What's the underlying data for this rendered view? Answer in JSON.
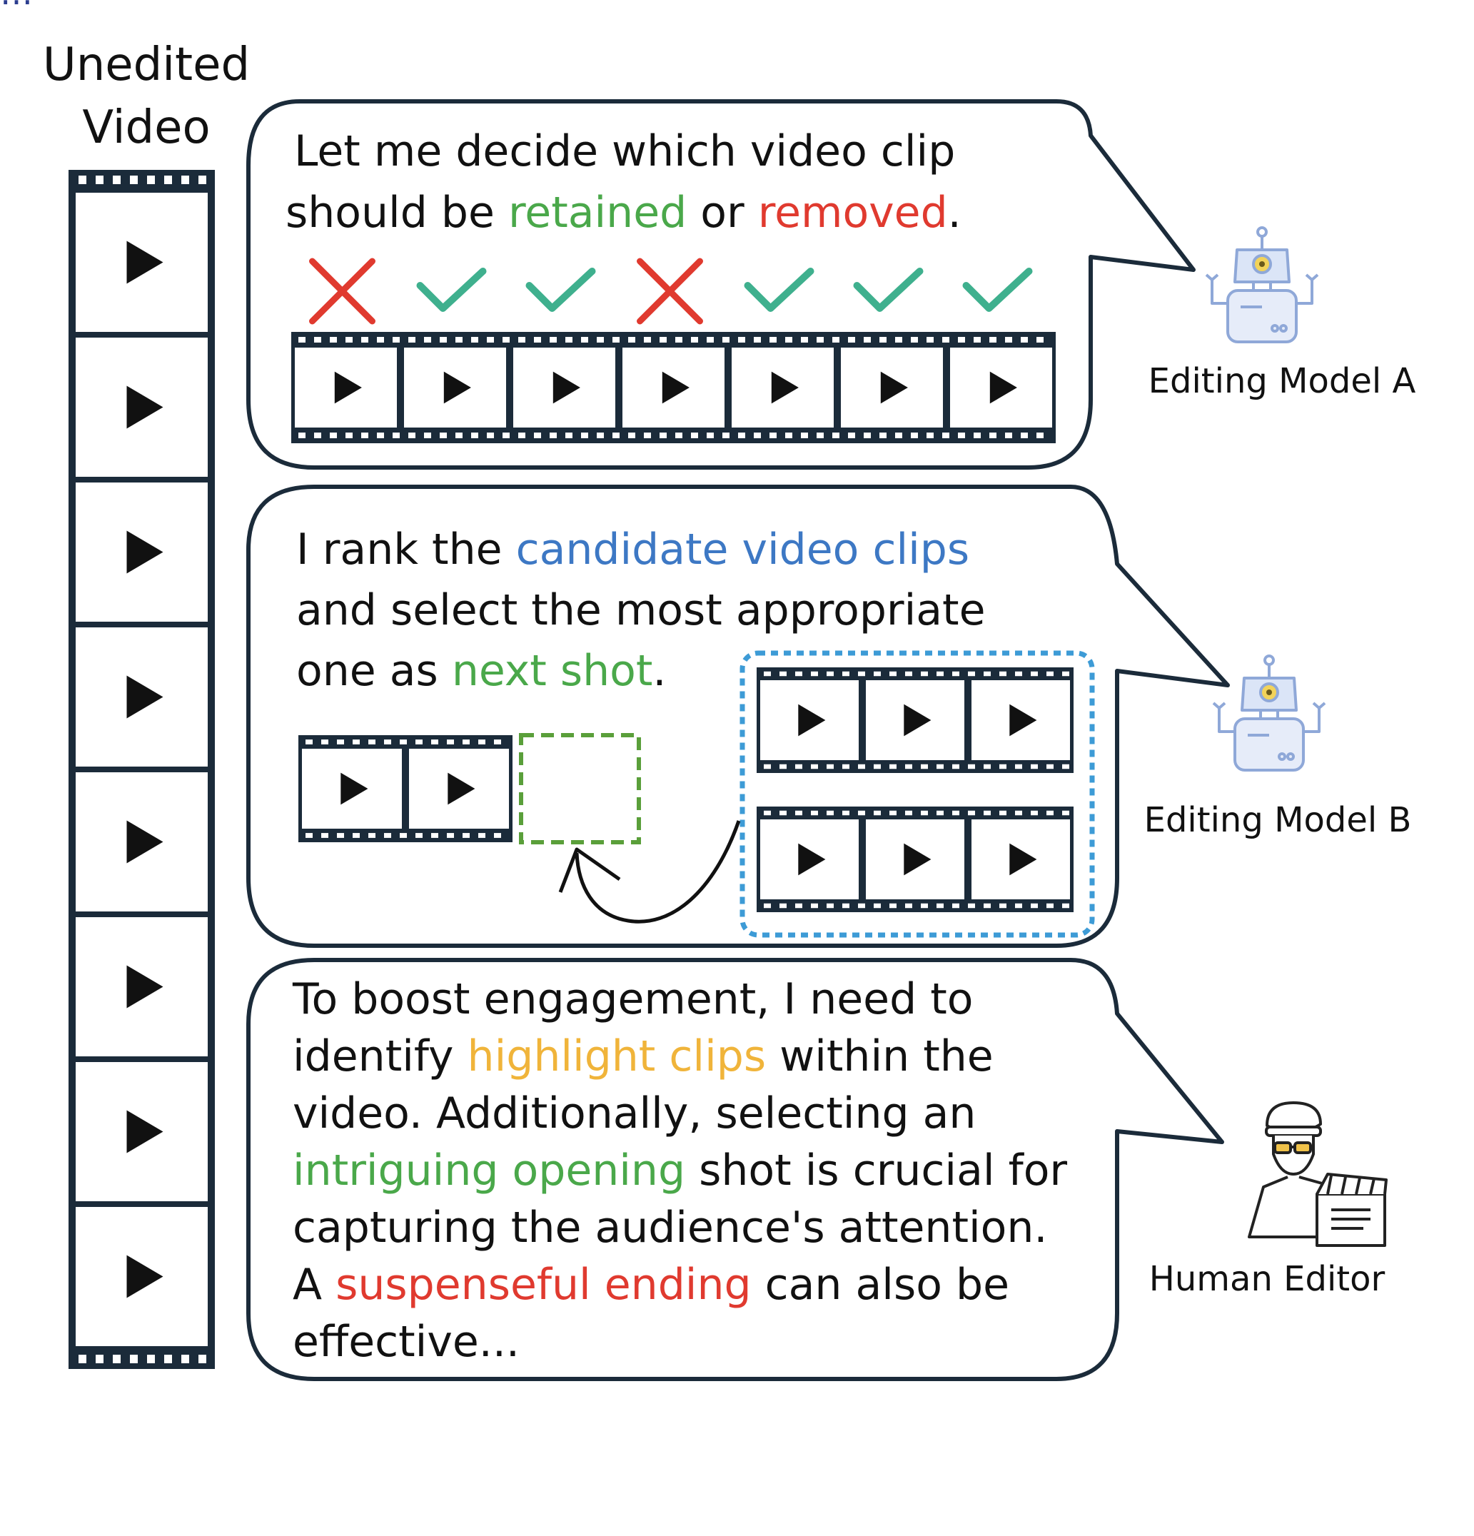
{
  "top_strip": "…",
  "header": {
    "line1": "Unedited",
    "line2": "Video"
  },
  "colors": {
    "green": "#4aa84a",
    "red": "#e03a2f",
    "blue": "#3d78c4",
    "yellow": "#f0b43a",
    "teal_check": "#3fb08e",
    "dashed_blue": "#3d9bd6",
    "dashed_green": "#5a9f3a",
    "ink": "#1b2b3a",
    "robot": "#8fa8d8"
  },
  "bubble_a": {
    "line1": "Let me decide which video clip",
    "line2_pre": "should be ",
    "retained": "retained",
    "or": " or ",
    "removed": "removed",
    "period": ".",
    "marks": [
      "cross",
      "check",
      "check",
      "cross",
      "check",
      "check",
      "check"
    ]
  },
  "bubble_b": {
    "line1_pre": "I rank the ",
    "candidate": "candidate video clips",
    "line2": "and select the most appropriate",
    "line3_pre": "one as ",
    "next_shot": "next shot",
    "period": "."
  },
  "bubble_c": {
    "line1": "To boost engagement, I need to",
    "line2_pre": "identify ",
    "highlight": "highlight clips",
    "line2_post": " within the",
    "line3": "video. Additionally, selecting an",
    "intriguing": "intriguing opening",
    "line4_post": " shot is crucial for",
    "line5": "capturing the audience's attention.",
    "line6_pre": "A ",
    "suspenseful": "suspenseful ending",
    "line6_post": " can also be",
    "line7": "effective..."
  },
  "agents": {
    "model_a": "Editing Model A",
    "model_b": "Editing Model B",
    "human": "Human Editor"
  }
}
